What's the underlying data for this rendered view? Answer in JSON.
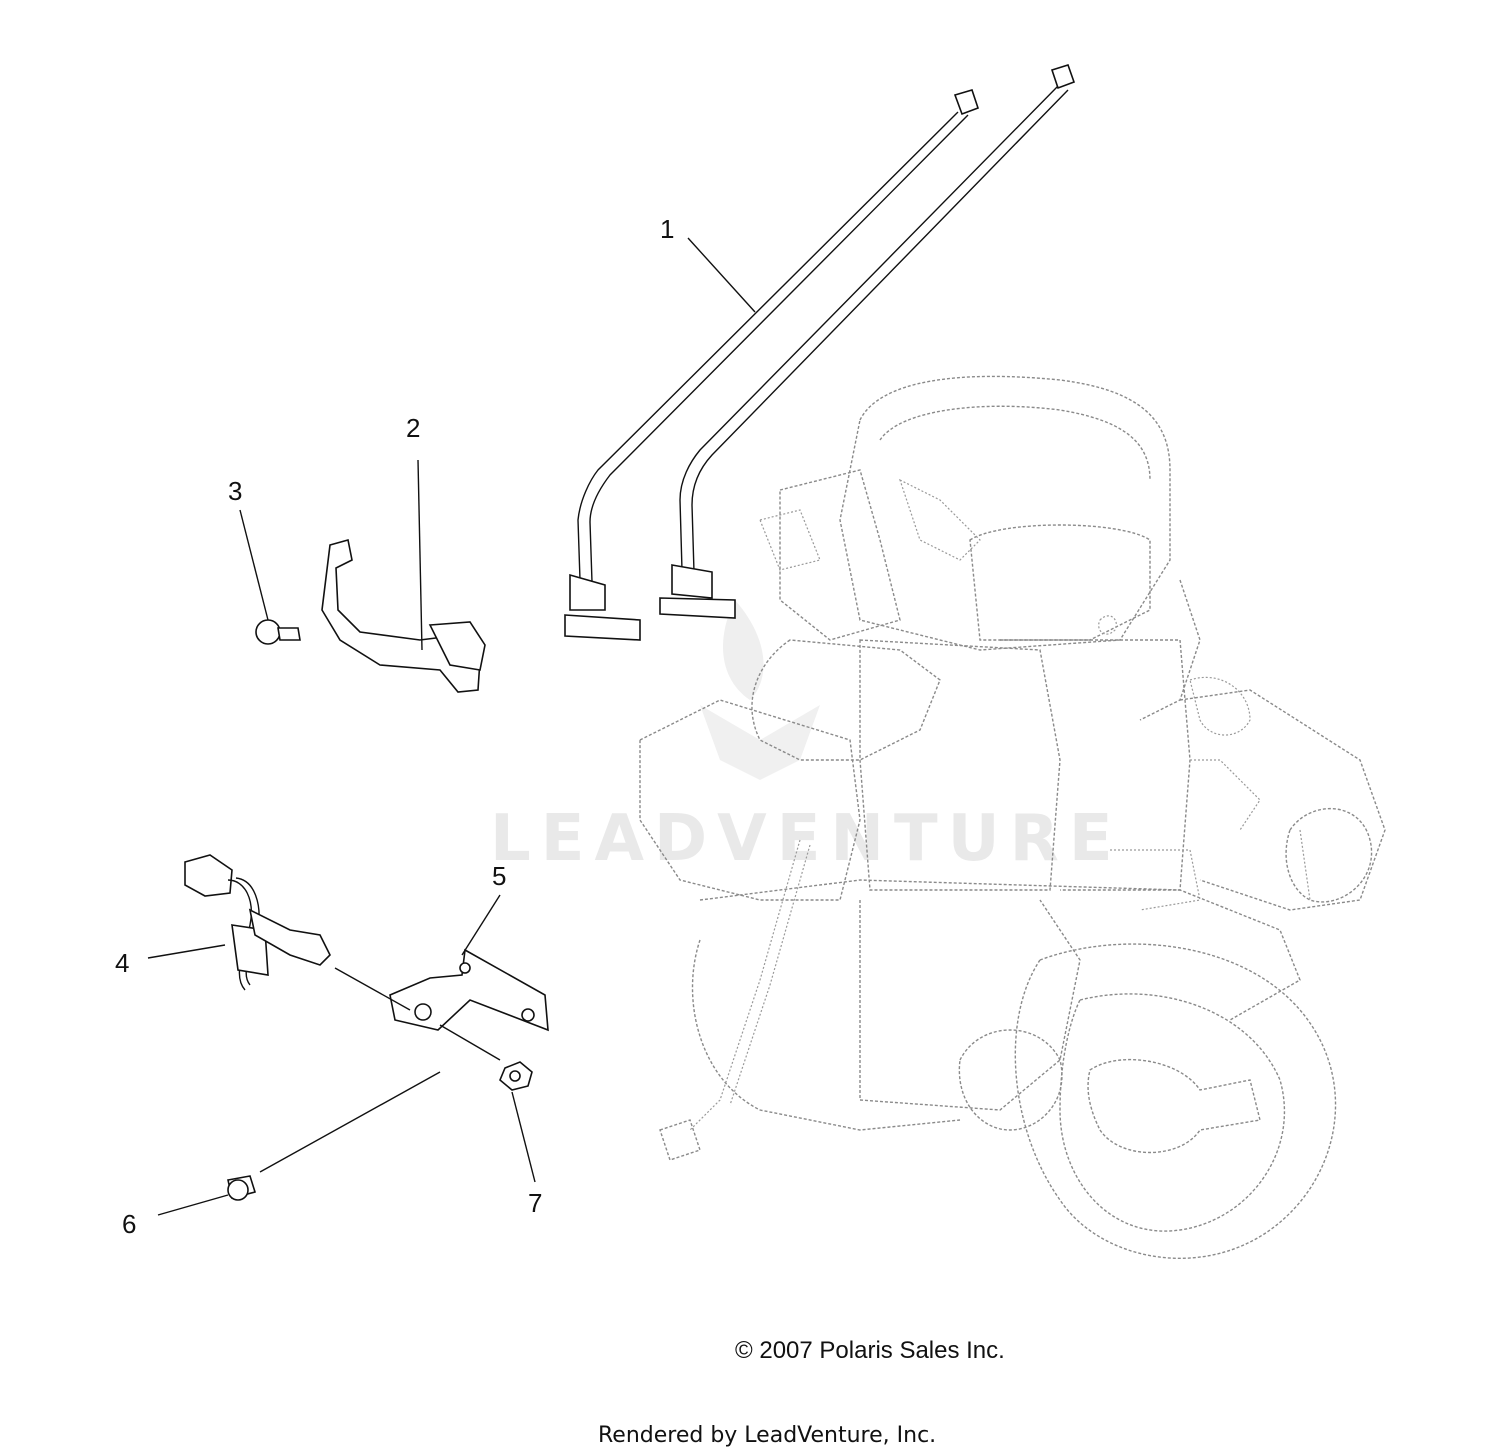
{
  "diagram": {
    "callouts": [
      {
        "id": 1,
        "label": "1"
      },
      {
        "id": 2,
        "label": "2"
      },
      {
        "id": 3,
        "label": "3"
      },
      {
        "id": 4,
        "label": "4"
      },
      {
        "id": 5,
        "label": "5"
      },
      {
        "id": 6,
        "label": "6"
      },
      {
        "id": 7,
        "label": "7"
      }
    ],
    "copyright": "© 2007 Polaris Sales Inc.",
    "rendered_by": "Rendered by LeadVenture, Inc.",
    "watermark": "LEADVENTURE"
  }
}
